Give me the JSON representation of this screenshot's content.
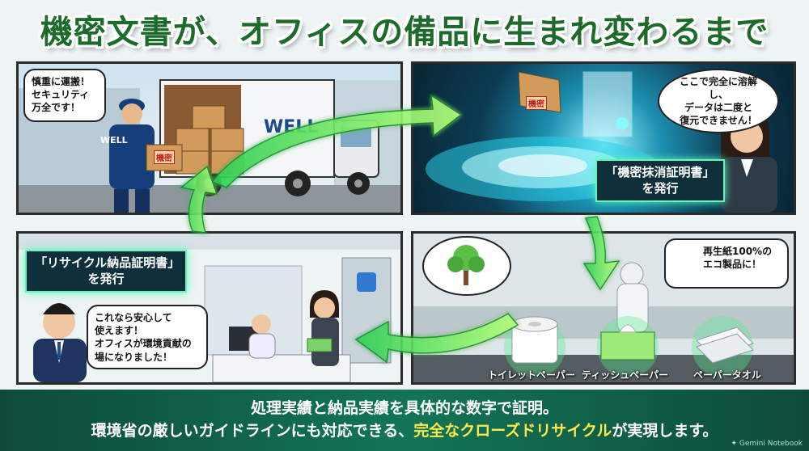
{
  "title": "機密文書が、オフィスの備品に生まれ変わるまで",
  "panels": {
    "pickup": {
      "speech": [
        "慎重に運搬！",
        "セキュリティ",
        "万全です！"
      ],
      "truck_logo": "WELL",
      "uniform_logo": "WELL",
      "box_label": "機密"
    },
    "dissolve": {
      "speech": [
        "ここで完全に溶解し、",
        "データは二度と",
        "復元できません！"
      ],
      "certificate": [
        "「機密抹消証明書」",
        "を発行"
      ],
      "box_label": "機密"
    },
    "office": {
      "certificate": [
        "「リサイクル納品証明書」",
        "を発行"
      ],
      "speech": [
        "これなら安心して",
        "使えます！",
        "オフィスが環境貢献の",
        "場になりました！"
      ]
    },
    "factory": {
      "speech": [
        "再生紙100%の",
        "エコ製品に！"
      ],
      "products": [
        "トイレットペーパー",
        "ティッシュペーパー",
        "ペーパータオル"
      ]
    }
  },
  "footer": {
    "line1": "処理実績と納品実績を具体的な数字で証明。",
    "line2_pre": "環境省の厳しいガイドラインにも対応できる、",
    "line2_highlight": "完全なクローズドリサイクル",
    "line2_post": "が実現します。"
  },
  "watermark": "✦ Gemini Notebook",
  "colors": {
    "title": "#1d6b2a",
    "arrow": "#4fe36a",
    "footer_bg": "#127556",
    "highlight": "#ffe94d"
  }
}
